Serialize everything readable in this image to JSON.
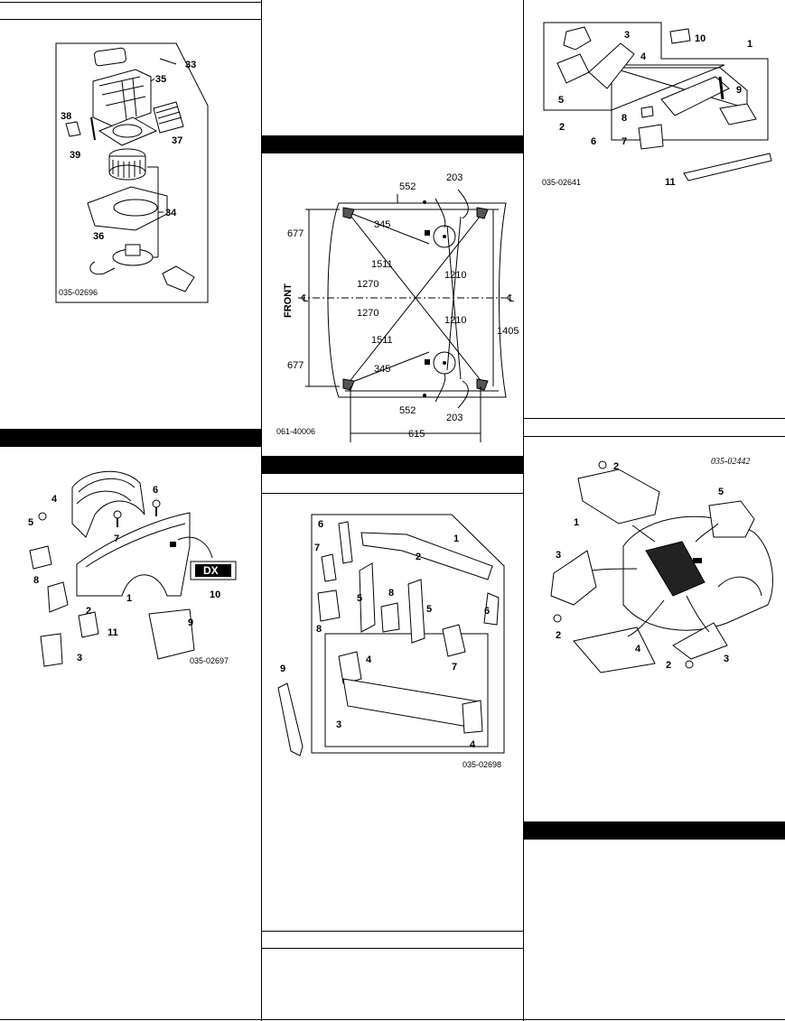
{
  "figures": {
    "blower": {
      "caption": "035-02696",
      "callouts": [
        "33",
        "35",
        "38",
        "37",
        "39",
        "34",
        "36"
      ]
    },
    "fender": {
      "caption": "035-02697",
      "callouts": [
        "4",
        "6",
        "5",
        "7",
        "8",
        "1",
        "10",
        "2",
        "9",
        "11",
        "3"
      ],
      "badge_text": "DX"
    },
    "frame_dims": {
      "caption": "061-40006",
      "front_label": "FRONT",
      "centerline": "℄",
      "dims": {
        "d677_top": "677",
        "d677_bot": "677",
        "d552_top": "552",
        "d552_bot": "552",
        "d203_top": "203",
        "d203_bot": "203",
        "d345_top": "345",
        "d345_bot": "345",
        "d1511_top": "1511",
        "d1511_bot": "1511",
        "d1270_top": "1270",
        "d1270_bot": "1270",
        "d1210_top": "1210",
        "d1210_bot": "1210",
        "d1405": "1405",
        "d615": "615"
      }
    },
    "radiator_support": {
      "caption": "035-02698",
      "callouts": [
        "6",
        "7",
        "1",
        "2",
        "5",
        "8",
        "5",
        "8",
        "6",
        "7",
        "9",
        "4",
        "3",
        "4"
      ]
    },
    "side_member": {
      "caption": "035-02641",
      "callouts": [
        "3",
        "10",
        "1",
        "4",
        "5",
        "9",
        "2",
        "8",
        "6",
        "7",
        "11"
      ]
    },
    "undercovers": {
      "caption": "035-02442",
      "callouts": [
        "2",
        "5",
        "1",
        "3",
        "2",
        "4",
        "2",
        "3"
      ]
    }
  }
}
